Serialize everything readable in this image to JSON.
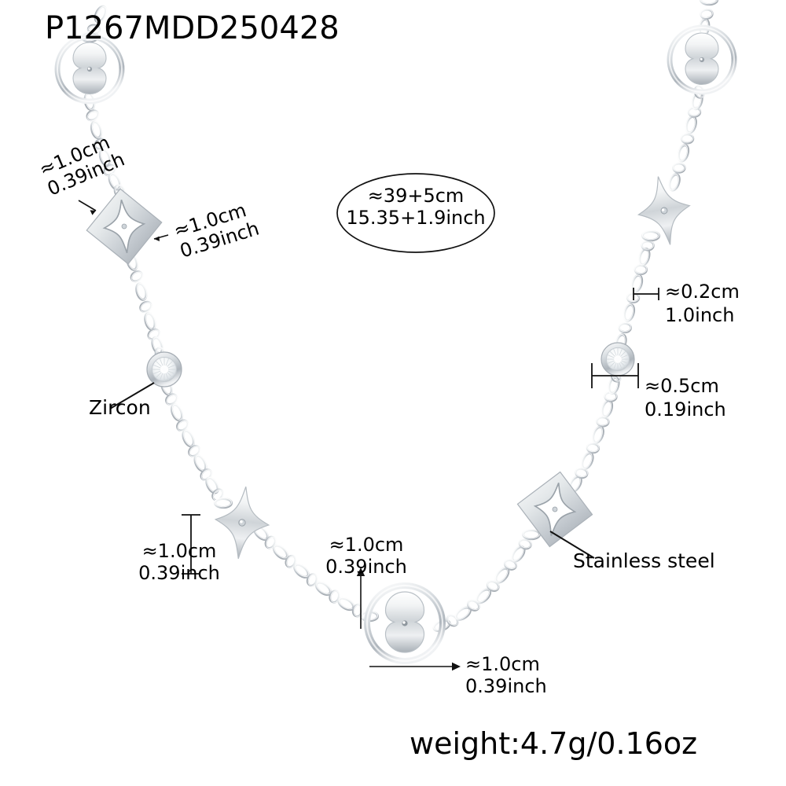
{
  "product": {
    "sku": "P1267MDD250428",
    "weight": "weight:4.7g/0.16oz",
    "material_note": "Stainless steel",
    "stone_note": "Zircon"
  },
  "length_badge": {
    "cm": "≈39+5cm",
    "inch": "15.35+1.9inch"
  },
  "annotations": [
    {
      "name": "left-star-top-gap",
      "cm": "≈1.0cm",
      "inch": "0.39inch"
    },
    {
      "name": "left-star-size",
      "cm": "≈1.0cm",
      "inch": "0.39inch"
    },
    {
      "name": "chain-width",
      "cm": "≈0.2cm",
      "inch": "1.0inch"
    },
    {
      "name": "zircon-bezel-size",
      "cm": "≈0.5cm",
      "inch": "0.19inch"
    },
    {
      "name": "bottom-star-size",
      "cm": "≈1.0cm",
      "inch": "0.39inch"
    },
    {
      "name": "bottom-circle-height",
      "cm": "≈1.0cm",
      "inch": "0.39inch"
    },
    {
      "name": "bottom-circle-width",
      "cm": "≈1.0cm",
      "inch": "0.39inch"
    }
  ],
  "colors": {
    "metal_light": "#fdfdfd",
    "metal_mid": "#c9cdd2",
    "metal_dark": "#8d949b",
    "metal_shadow": "#6e757c",
    "text": "#000000",
    "background": "#ffffff"
  },
  "icons": {
    "quatrefoil_in_ring": "quatrefoil-in-ring-charm",
    "star_four_point": "four-point-star-charm",
    "star_in_diamond": "star-in-diamond-charm",
    "zircon_bezel": "zircon-bezel-stone",
    "chain": "oval-link-chain"
  }
}
